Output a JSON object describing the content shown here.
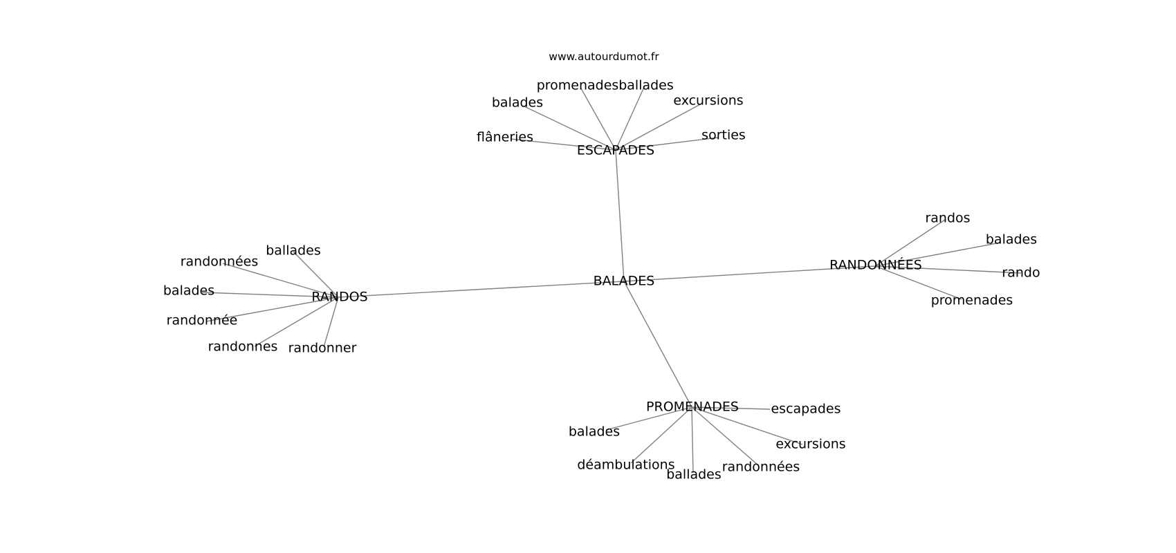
{
  "source": "www.autourdumot.fr",
  "center": "BALADES",
  "groups": [
    {
      "hub": "ESCAPADES",
      "leaves": [
        "promenades",
        "ballades",
        "balades",
        "excursions",
        "flâneries",
        "sorties"
      ]
    },
    {
      "hub": "RANDONNÉES",
      "leaves": [
        "randos",
        "balades",
        "rando",
        "promenades"
      ]
    },
    {
      "hub": "RANDOS",
      "leaves": [
        "ballades",
        "randonnées",
        "balades",
        "randonnée",
        "randonnes",
        "randonner"
      ]
    },
    {
      "hub": "PROMENADES",
      "leaves": [
        "escapades",
        "balades",
        "excursions",
        "déambulations",
        "randonnées",
        "ballades"
      ]
    }
  ],
  "colors": {
    "edge": "#808080",
    "text": "#000000",
    "background": "#ffffff"
  }
}
